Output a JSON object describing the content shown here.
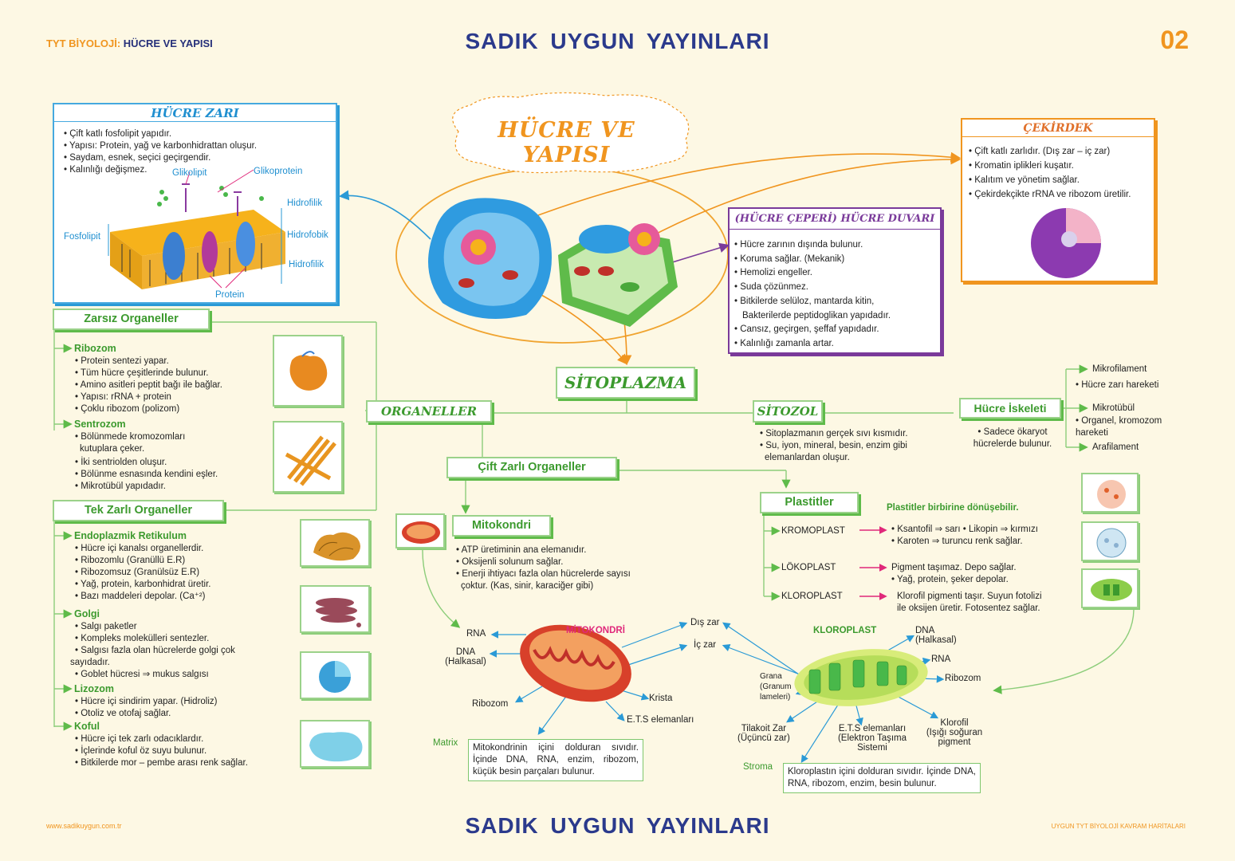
{
  "header": {
    "subject": "TYT BİYOLOJİ:",
    "topic": "HÜCRE VE YAPISI",
    "publisher": "SADIK  UYGUN  YAYINLARI",
    "page_number": "02"
  },
  "footer": {
    "url": "www.sadikuygun.com.tr",
    "publisher": "SADIK  UYGUN  YAYINLARI",
    "series": "UYGUN TYT BİYOLOJİ KAVRAM HARİTALARI"
  },
  "center": {
    "title": "HÜCRE VE YAPISI",
    "sitoplazma": "SİTOPLAZMA"
  },
  "hucre_zari": {
    "title": "HÜCRE ZARI",
    "items": [
      "Çift katlı fosfolipit yapıdır.",
      "Yapısı: Protein, yağ ve karbonhidrattan oluşur.",
      "Saydam, esnek, seçici geçirgendir.",
      "Kalınlığı değişmez."
    ],
    "labels": {
      "glikolipit": "Glikolipit",
      "glikoprotein": "Glikoprotein",
      "hidrofilik_top": "Hidrofilik",
      "hidrofobik": "Hidrofobik",
      "hidrofilik_bottom": "Hidrofilik",
      "fosfolipit": "Fosfolipit",
      "protein": "Protein"
    }
  },
  "cekirdek": {
    "title": "ÇEKİRDEK",
    "items": [
      "Çift katlı zarlıdır. (Dış zar – iç zar)",
      "Kromatin iplikleri kuşatır.",
      "Kalıtım ve yönetim sağlar.",
      "Çekirdekçikte rRNA ve ribozom üretilir."
    ]
  },
  "hucre_ceperi": {
    "title": "(HÜCRE ÇEPERİ) HÜCRE DUVARI",
    "items": [
      "Hücre zarının dışında bulunur.",
      "Koruma sağlar. (Mekanik)",
      "Hemolizi engeller.",
      "Suda çözünmez.",
      "Bitkilerde selüloz, mantarda kitin,",
      "Cansız, geçirgen, şeffaf yapıdadır.",
      "Kalınlığı zamanla artar."
    ],
    "cont": "Bakterilerde peptidoglikan yapıdadır."
  },
  "zarsiz": {
    "title": "Zarsız Organeller",
    "ribozom": {
      "title": "Ribozom",
      "items": [
        "Protein sentezi yapar.",
        "Tüm hücre çeşitlerinde bulunur.",
        "Amino asitleri peptit bağı ile bağlar.",
        "Yapısı: rRNA + protein",
        "Çoklu ribozom (polizom)"
      ]
    },
    "sentrozom": {
      "title": "Sentrozom",
      "items": [
        "Bölünmede kromozomları",
        "İki sentriolden oluşur.",
        "Bölünme esnasında kendini eşler.",
        "Mikrotübül yapıdadır."
      ],
      "cont": "kutuplara çeker."
    }
  },
  "tek_zarli": {
    "title": "Tek Zarlı Organeller",
    "er": {
      "title": "Endoplazmik Retikulum",
      "items": [
        "Hücre içi kanalsı organellerdir.",
        "Ribozomlu (Granüllü E.R)",
        "Ribozomsuz (Granülsüz E.R)",
        "Yağ, protein, karbonhidrat üretir.",
        "Bazı maddeleri depolar. (Ca⁺²)"
      ]
    },
    "golgi": {
      "title": "Golgi",
      "items": [
        "Salgı paketler",
        "Kompleks molekülleri sentezler.",
        "Salgısı fazla olan hücrelerde golgi çok",
        "Goblet hücresi ⇒ mukus salgısı"
      ],
      "cont": "sayıdadır."
    },
    "lizozom": {
      "title": "Lizozom",
      "items": [
        "Hücre içi sindirim yapar. (Hidroliz)",
        "Otoliz ve otofaj sağlar."
      ]
    },
    "koful": {
      "title": "Koful",
      "items": [
        "Hücre içi tek zarlı odacıklardır.",
        "İçlerinde koful öz suyu bulunur.",
        "Bitkilerde mor – pembe arası renk sağlar."
      ]
    }
  },
  "organeller": {
    "title": "ORGANELLER"
  },
  "sitozol": {
    "title": "SİTOZOL",
    "items": [
      "Sitoplazmanın gerçek sıvı kısmıdır.",
      "Su, iyon, mineral, besin, enzim gibi"
    ],
    "cont": "elemanlardan oluşur."
  },
  "iskelet": {
    "title": "Hücre İskeleti",
    "desc1": "Sadece ökaryot",
    "desc2": "hücrelerde bulunur.",
    "mikrofilament": "Mikrofilament",
    "mikrofilament_desc": "Hücre zarı hareketi",
    "mikrotubul": "Mikrotübül",
    "mikrotubul_desc1": "Organel, kromozom",
    "mikrotubul_desc2": "hareketi",
    "arafilament": "Arafilament"
  },
  "cift_zarli": {
    "title": "Çift Zarlı Organeller"
  },
  "mitokondri": {
    "title": "Mitokondri",
    "items": [
      "ATP üretiminin ana elemanıdır.",
      "Oksijenli solunum sağlar.",
      "Enerji ihtiyacı fazla olan hücrelerde sayısı"
    ],
    "cont": "çoktur. (Kas, sinir, karaciğer gibi)",
    "diagram": {
      "title": "MİTOKONDRİ",
      "rna": "RNA",
      "dna": "DNA",
      "dna2": "(Halkasal)",
      "ribozom": "Ribozom",
      "dis_zar": "Dış zar",
      "ic_zar": "İç zar",
      "krista": "Krista",
      "ets": "E.T.S elemanları",
      "matrix": "Matrix",
      "matrix_desc": "Mitokondrinin içini dolduran sıvıdır. İçinde DNA, RNA, enzim, ribozom, küçük besin parçaları bulunur."
    }
  },
  "plastitler": {
    "title": "Plastitler",
    "note": "Plastitler birbirine dönüşebilir.",
    "kromoplast": "KROMOPLAST",
    "kromo_d1": "• Ksantofil ⇒ sarı   • Likopin ⇒ kırmızı",
    "kromo_d2": "• Karoten ⇒ turuncu renk sağlar.",
    "lokoplast": "LÖKOPLAST",
    "loko_d1": "Pigment taşımaz. Depo sağlar.",
    "loko_d2": "• Yağ, protein, şeker depolar.",
    "kloroplast": "KLOROPLAST",
    "kloro_d1": "Klorofil pigmenti taşır. Suyun fotolizi",
    "kloro_d2": "ile oksijen üretir. Fotosentez sağlar."
  },
  "kloroplast_diagram": {
    "title": "KLOROPLAST",
    "dna": "DNA",
    "dna2": "(Halkasal)",
    "rna": "RNA",
    "ribozom": "Ribozom",
    "grana1": "Grana",
    "grana2": "(Granum",
    "grana3": "lameleri)",
    "tilakoit1": "Tilakoit Zar",
    "tilakoit2": "(Üçüncü zar)",
    "ets1": "E.T.S elemanları",
    "ets2": "(Elektron Taşıma",
    "ets3": "Sistemi",
    "klorofil1": "Klorofil",
    "klorofil2": "(Işığı soğuran",
    "klorofil3": "pigment",
    "stroma": "Stroma",
    "stroma_desc": "Kloroplastın içini dolduran sıvıdır. İçinde DNA, RNA, ribozom, enzim, besin bulunur."
  }
}
